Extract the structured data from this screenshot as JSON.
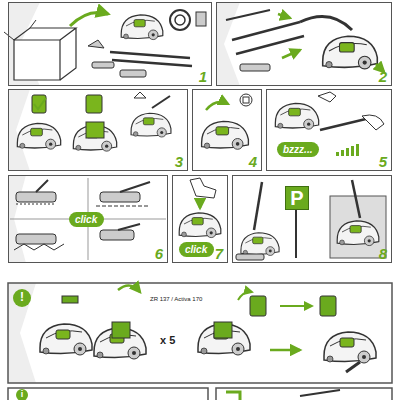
{
  "diagram": {
    "nodes": [
      {
        "text": [
          "1"
        ]
      },
      {
        "text": [
          "2"
        ]
      },
      {
        "text": [
          "3"
        ]
      },
      {
        "text": [
          "4"
        ]
      },
      {
        "text": [
          "5"
        ]
      },
      {
        "text": [
          "bzzz..."
        ],
        "in": 4
      },
      {
        "text": [
          "6"
        ]
      },
      {
        "text": [
          "click"
        ],
        "in": 6
      },
      {
        "text": [
          "7"
        ]
      },
      {
        "text": [
          "click"
        ],
        "in": 8
      },
      {
        "text": [
          "8"
        ]
      },
      {
        "text": [
          "P"
        ],
        "in": 10
      }
    ],
    "labels": [
      "!",
      "ZR 137 / Activa 170",
      "x 5",
      "i"
    ]
  }
}
